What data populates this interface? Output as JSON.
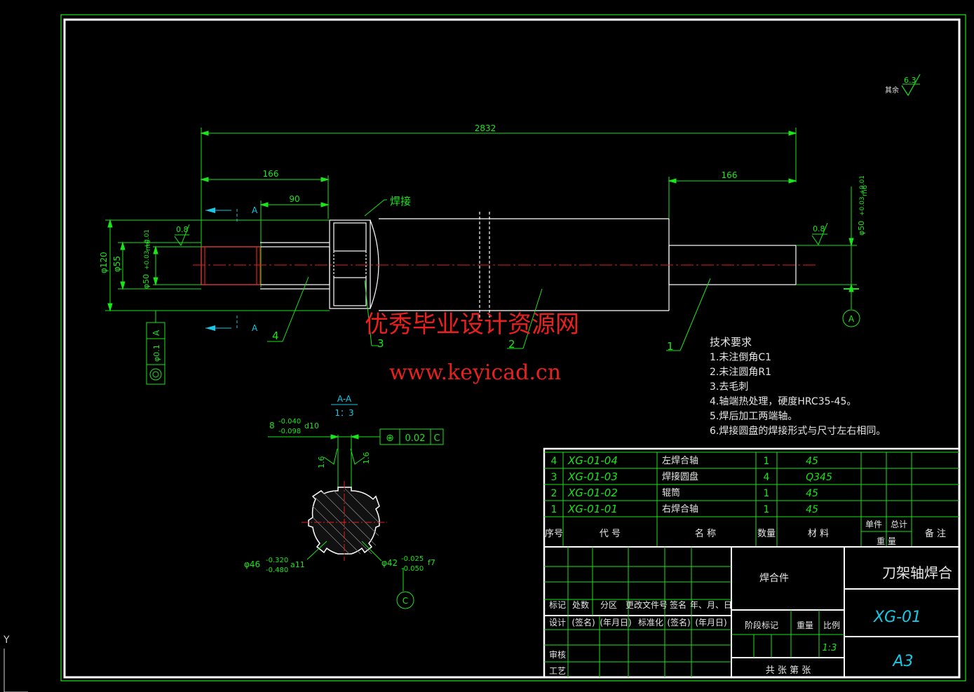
{
  "colors": {
    "background": "#000000",
    "frame": "#ffffff",
    "dim": "#19e619",
    "part": "#ffffff",
    "center": "#e02020",
    "section": "#19c8e6",
    "watermark": "#e82020"
  },
  "roughness": {
    "label": "其余",
    "value": "6.3"
  },
  "dims": {
    "overall": "2832",
    "left_len": "166",
    "right_len": "166",
    "keyway_len": "90",
    "weld_label": "焊接",
    "dia120": "φ120",
    "dia55": "φ55",
    "dia50_left": "φ50",
    "dia50_left_tol": "+0.03 +0.01",
    "dia50_left_fit": "m6",
    "dia50_right": "φ50",
    "dia50_right_tol": "+0.03 +0.01",
    "dia50_right_fit": "m6",
    "rough_left": "0.8",
    "rough_right": "0.8",
    "tol_runout": "◎",
    "tol_runout_val": "φ0.1",
    "tol_runout_ref": "A",
    "section_a": "A",
    "datum_a": "A"
  },
  "balloons": [
    "1",
    "2",
    "3",
    "4"
  ],
  "watermark": {
    "line1": "优秀毕业设计资源网",
    "line2": "www.keyicad.cn"
  },
  "tech_requirements": {
    "title": "技术要求",
    "items": [
      "1.未注倒角C1",
      "2.未注圆角R1",
      "3.去毛刺",
      "4.轴端热处理，硬度HRC35-45。",
      "5.焊后加工两端轴。",
      "6.焊接圆盘的焊接形式与尺寸左右相同。"
    ]
  },
  "section_view": {
    "title": "A-A",
    "scale": "1：3",
    "keyway": "8",
    "keyway_tol_hi": "-0.040",
    "keyway_tol_lo": "-0.098",
    "keyway_fit": "d10",
    "pos_tol_symbol": "⊕",
    "pos_tol_value": "0.02",
    "pos_tol_ref": "C",
    "rough_a": "1.6",
    "rough_b": "1.6",
    "major": "φ46",
    "major_tol_hi": "-0.320",
    "major_tol_lo": "-0.480",
    "major_fit": "a11",
    "minor": "φ42",
    "minor_tol_hi": "-0.025",
    "minor_tol_lo": "-0.050",
    "minor_fit": "f7",
    "datum": "C"
  },
  "bom": {
    "rows": [
      {
        "no": "4",
        "code": "XG-01-04",
        "name": "左焊合轴",
        "qty": "1",
        "material": "45"
      },
      {
        "no": "3",
        "code": "XG-01-03",
        "name": "焊接圆盘",
        "qty": "4",
        "material": "Q345"
      },
      {
        "no": "2",
        "code": "XG-01-02",
        "name": "辊筒",
        "qty": "1",
        "material": "45"
      },
      {
        "no": "1",
        "code": "XG-01-01",
        "name": "右焊合轴",
        "qty": "1",
        "material": "45"
      }
    ],
    "header": {
      "no": "序号",
      "code": "代  号",
      "name": "名  称",
      "qty": "数量",
      "material": "材  料",
      "unit": "单件",
      "total": "总计",
      "weight": "重  量",
      "remark": "备  注"
    }
  },
  "title_block": {
    "part_type": "焊合件",
    "title": "刀架轴焊合",
    "drawing_no": "XG-01",
    "sheet": "A3",
    "scale": "1:3",
    "row_labels": [
      "标记",
      "处数",
      "分区",
      "更改文件号",
      "签名",
      "年、月、日"
    ],
    "design_row": [
      "设计",
      "(签名)",
      "(年月日)",
      "标准化",
      "(签名)",
      "(年月日)"
    ],
    "review": "审核",
    "process": "工艺",
    "stage": "阶段标记",
    "mass": "重量",
    "ratio": "比例",
    "sheet_info": "共  张  第  张"
  },
  "ucs": {
    "y": "Y"
  }
}
